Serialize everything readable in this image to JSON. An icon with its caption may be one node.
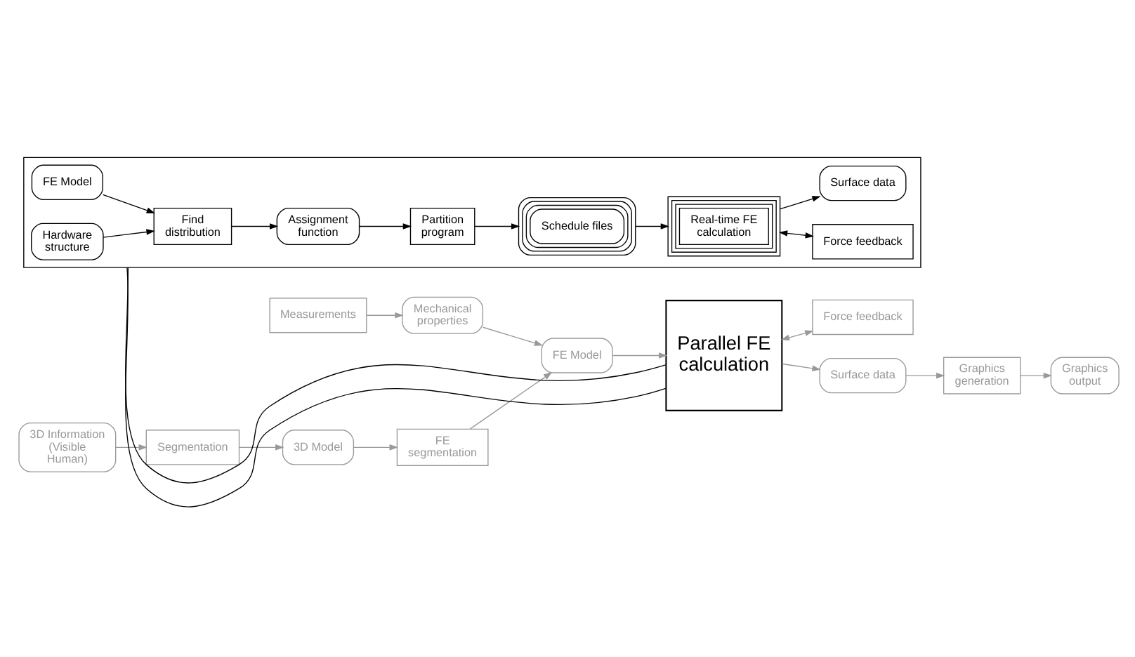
{
  "diagram": {
    "nodes": [
      {
        "text": [
          "3D Information (Visible Human)"
        ]
      },
      {
        "text": [
          "Segmentation"
        ]
      },
      {
        "text": [
          "3D Model"
        ]
      },
      {
        "text": [
          "FE segmentation"
        ]
      },
      {
        "text": [
          "Measurements"
        ]
      },
      {
        "text": [
          "Mechanical properties"
        ]
      },
      {
        "text": [
          "FE Model"
        ]
      },
      {
        "text": [
          "Parallel FE calculation"
        ]
      },
      {
        "text": [
          "Force feedback"
        ]
      },
      {
        "text": [
          "Graphics output"
        ]
      },
      {
        "text": [
          "Graphics generation"
        ]
      },
      {
        "text": [
          "Surface data"
        ]
      },
      {
        "text": [],
        "shape": "box"
      },
      {
        "text": [
          "FE Model"
        ],
        "in": 12
      },
      {
        "text": [
          "Hardware structure"
        ],
        "in": 12
      },
      {
        "text": [
          "Find distribution"
        ],
        "in": 12
      },
      {
        "text": [
          "Assignment function"
        ],
        "in": 12
      },
      {
        "text": [
          "Partition program"
        ],
        "in": 12
      },
      {
        "text": [
          "Real-time FE calculation"
        ],
        "in": 12
      },
      {
        "text": [
          "Force feedback"
        ],
        "in": 12
      },
      {
        "text": [
          "Schedule files"
        ],
        "in": 12
      },
      {
        "text": [
          "Surface data"
        ],
        "in": 12
      }
    ],
    "edges": [
      {
        "from": 0,
        "to": 1,
        "arrow": "to"
      },
      {
        "from": 1,
        "to": 2,
        "arrow": "to"
      },
      {
        "from": 2,
        "to": 3,
        "arrow": "to"
      },
      {
        "from": 3,
        "to": 6,
        "arrow": "to"
      },
      {
        "from": 4,
        "to": 5,
        "arrow": "to"
      },
      {
        "from": 5,
        "to": 6,
        "arrow": "to"
      },
      {
        "from": 6,
        "to": 7,
        "arrow": "to"
      },
      {
        "from": 7,
        "to": 8,
        "arrow": "both"
      },
      {
        "from": 7,
        "to": 11,
        "arrow": "to"
      },
      {
        "from": 11,
        "to": 10,
        "arrow": "to"
      },
      {
        "from": 10,
        "to": 9,
        "arrow": "to"
      },
      {
        "from": 7,
        "to": 12,
        "arrow": "none",
        "color": "#000000"
      },
      {
        "from": 7,
        "to": 12,
        "arrow": "none",
        "color": "#000000"
      },
      {
        "from": 13,
        "to": 15,
        "arrow": "to",
        "color": "#000000"
      },
      {
        "from": 14,
        "to": 15,
        "arrow": "to",
        "color": "#000000"
      },
      {
        "from": 15,
        "to": 16,
        "arrow": "to",
        "color": "#000000"
      },
      {
        "from": 16,
        "to": 17,
        "arrow": "to",
        "color": "#000000"
      },
      {
        "from": 17,
        "to": 20,
        "arrow": "to",
        "color": "#000000"
      },
      {
        "from": 20,
        "to": 18,
        "arrow": "to",
        "color": "#000000"
      },
      {
        "from": 18,
        "to": 19,
        "arrow": "both",
        "color": "#000000"
      },
      {
        "from": 18,
        "to": 21,
        "arrow": "to",
        "color": "#000000"
      }
    ]
  }
}
